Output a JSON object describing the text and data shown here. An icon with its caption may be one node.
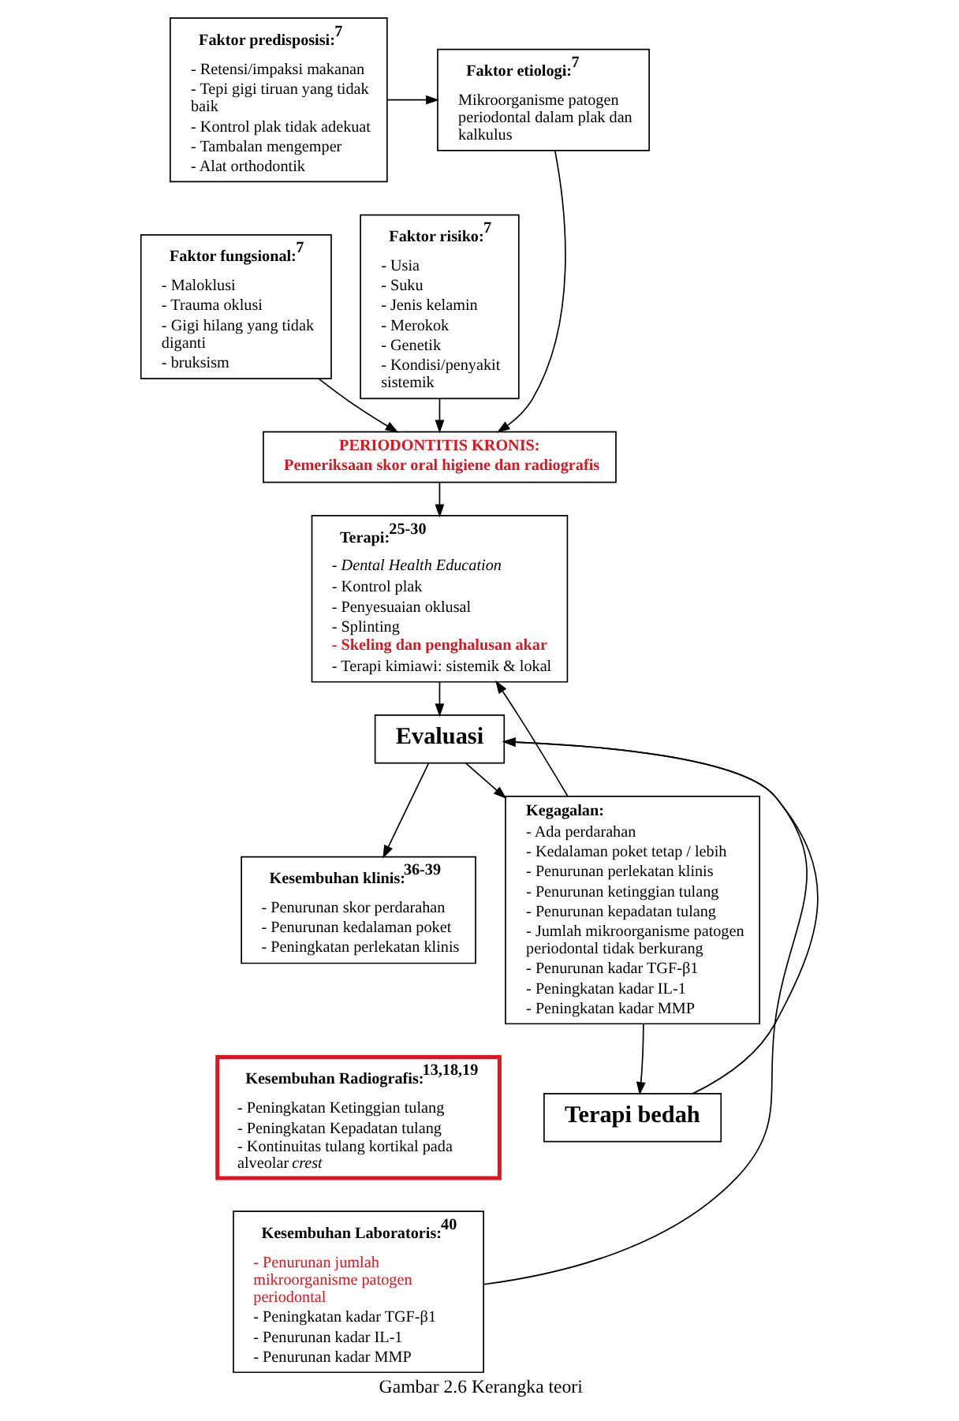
{
  "diagram": {
    "caption": "Gambar 2.6 Kerangka teori",
    "nodes": [
      {
        "text": [
          "Faktor predisposisi:$^{7}$",
          "- Retensi/impaksi makanan",
          "- Tepi gigi tiruan yang tidak baik",
          "- Kontrol plak tidak adekuat",
          "- Tambalan mengemper",
          "- Alat orthodontik"
        ]
      },
      {
        "text": [
          "Faktor etiologi:$^{7}$",
          "Mikroorganisme patogen periodontal dalam plak dan kalkulus"
        ]
      },
      {
        "text": [
          "Faktor risiko:$^{7}$",
          "- Usia",
          "- Suku",
          "- Jenis kelamin",
          "- Merokok",
          "- Genetik",
          "- Kondisi/penyakit sistemik"
        ]
      },
      {
        "text": [
          "Faktor fungsional:$^{7}$",
          "- Maloklusi",
          "- Trauma oklusi",
          "- Gigi hilang yang tidak diganti",
          "- bruksism"
        ]
      },
      {
        "text": [
          "PERIODONTITIS KRONIS:",
          "Pemeriksaan skor oral higiene dan radiografis"
        ]
      },
      {
        "text": [
          "Terapi:$^{25-30}$",
          "- *Dental Health Education*",
          "- Kontrol plak",
          "- Penyesuaian oklusal",
          "- Splinting",
          "- Skeling dan penghalusan akar",
          "- Terapi kimiawi: sistemik & lokal"
        ]
      },
      {
        "text": [
          "Evaluasi"
        ]
      },
      {
        "text": [
          "Kesembuhan klinis:$^{36-39}$",
          "- Penurunan skor perdarahan",
          "- Penurunan kedalaman poket",
          "- Peningkatan perlekatan klinis"
        ]
      },
      {
        "text": [
          "Kesembuhan Radiografis:$^{13,18,19}$",
          "- Peningkatan Ketinggian tulang",
          "- Peningkatan Kepadatan tulang",
          "- Kontinuitas tulang kortikal pada alveolar *crest*"
        ]
      },
      {
        "text": [
          "Kesembuhan Laboratoris:$^{40}$",
          "- Penurunan jumlah mikroorganisme patogen periodontal",
          "- Peningkatan kadar TGF-β1",
          "- Penurunan kadar IL-1",
          "- Penurunan kadar MMP"
        ]
      },
      {
        "text": [
          "Kegagalan:",
          "- Ada perdarahan",
          "- Kedalaman poket tetap / lebih",
          "- Penurunan perlekatan klinis",
          "- Penurunan ketinggian tulang",
          "- Penurunan kepadatan tulang",
          "- Jumlah mikroorganisme patogen periodontal tidak berkurang",
          "- Penurunan kadar TGF-β1",
          "- Peningkatan kadar IL-1",
          "- Peningkatan kadar MMP"
        ]
      },
      {
        "text": [
          "Terapi bedah"
        ]
      }
    ],
    "edges": [
      {
        "from": 0,
        "to": 1,
        "arrow": "to"
      },
      {
        "from": 1,
        "to": 4,
        "arrow": "to"
      },
      {
        "from": 2,
        "to": 4,
        "arrow": "to"
      },
      {
        "from": 3,
        "to": 4,
        "arrow": "to"
      },
      {
        "from": 4,
        "to": 5,
        "arrow": "to"
      },
      {
        "from": 5,
        "to": 6,
        "arrow": "to"
      },
      {
        "from": 6,
        "to": 7,
        "arrow": "to"
      },
      {
        "from": 6,
        "to": 10,
        "arrow": "to"
      },
      {
        "from": 10,
        "to": 5,
        "arrow": "to"
      },
      {
        "from": 10,
        "to": 11,
        "arrow": "to"
      },
      {
        "from": 9,
        "to": 6,
        "arrow": "to"
      },
      {
        "from": 11,
        "to": 6,
        "arrow": "to"
      }
    ]
  }
}
